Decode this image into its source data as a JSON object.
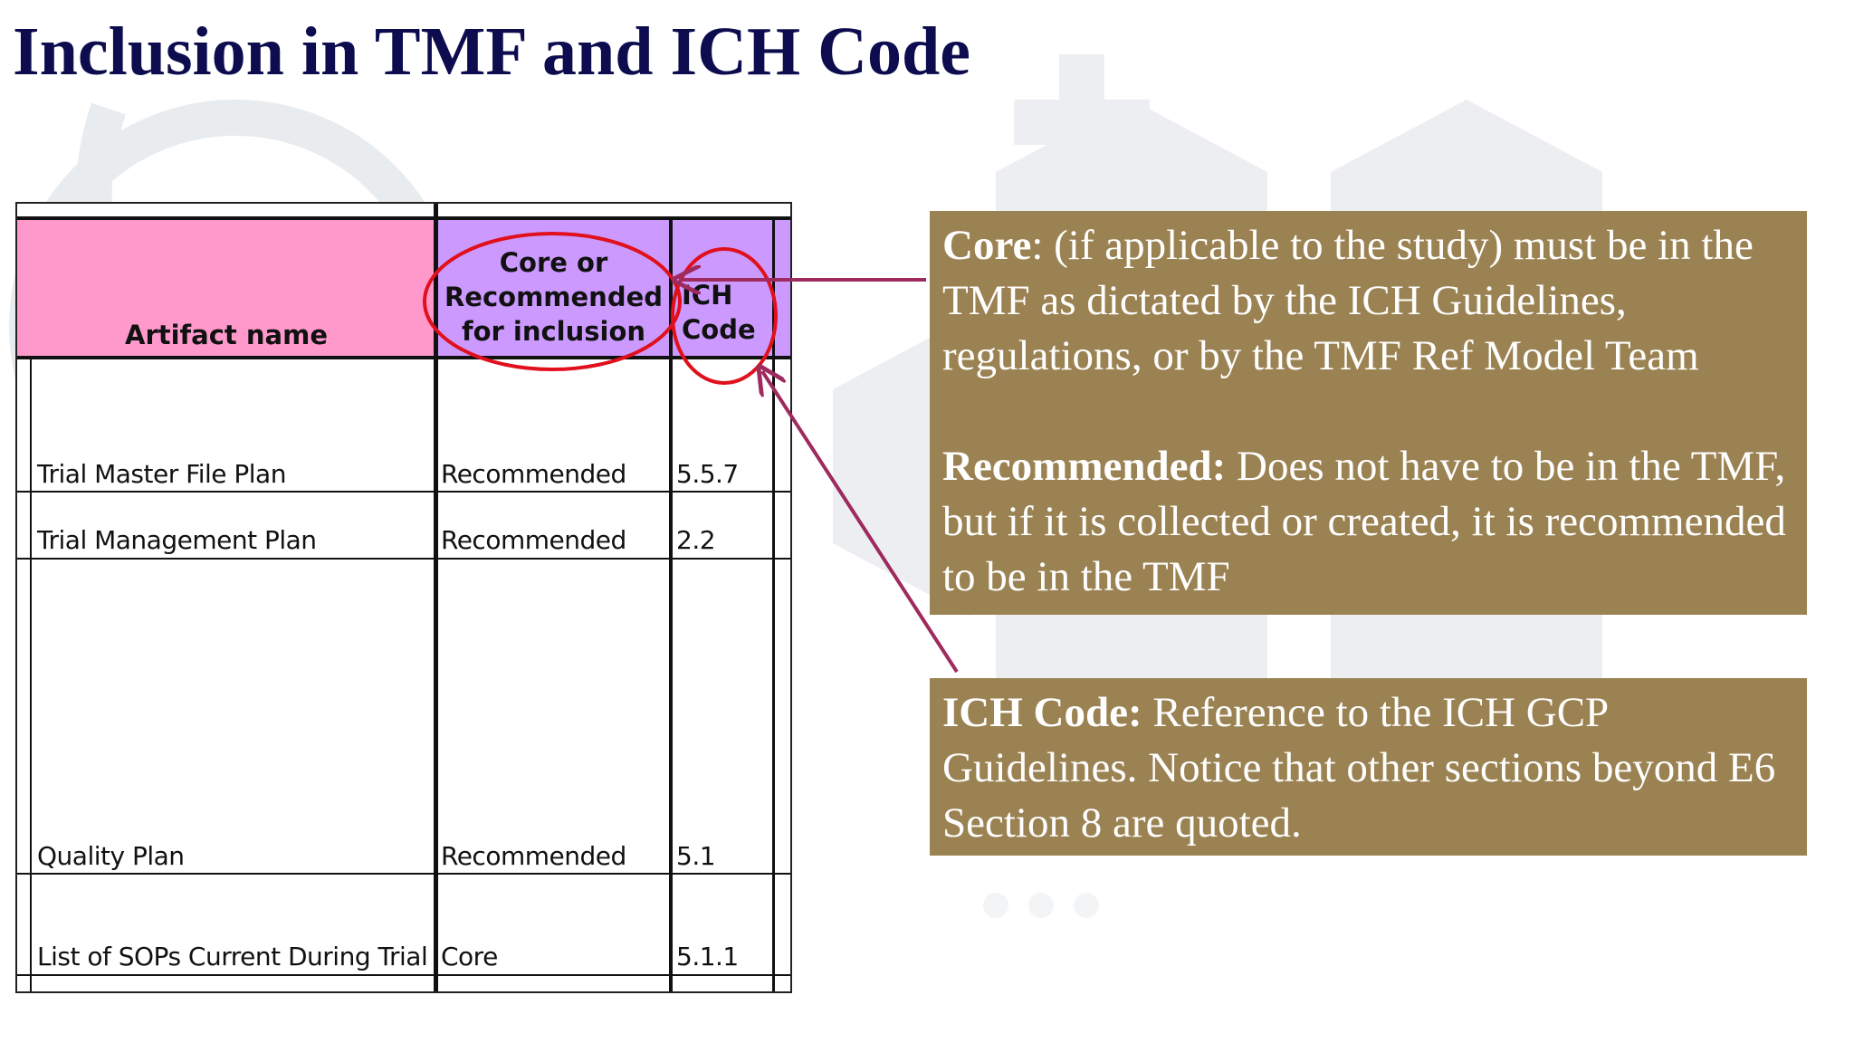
{
  "title": "Inclusion in TMF and ICH Code",
  "table": {
    "headers": {
      "artifact": "Artifact name",
      "core_line1": "Core or",
      "core_line2": "Recommended",
      "core_line3": "for inclusion",
      "ich_line1": "ICH",
      "ich_line2": "Code"
    },
    "rows": [
      {
        "artifact": "Trial Master File Plan",
        "inclusion": "Recommended",
        "code": "5.5.7"
      },
      {
        "artifact": "Trial Management Plan",
        "inclusion": "Recommended",
        "code": "2.2"
      },
      {
        "artifact": "Quality Plan",
        "inclusion": "Recommended",
        "code": "5.1"
      },
      {
        "artifact": "List of SOPs Current During Trial",
        "inclusion": "Core",
        "code": "5.1.1"
      }
    ]
  },
  "callouts": {
    "core_box": {
      "core_term": "Core",
      "core_text": ": (if applicable to the study) must be in the TMF as dictated by the ICH Guidelines, regulations, or by the TMF Ref Model Team",
      "recommended_term": "Recommended:",
      "recommended_text": " Does not have to be in the TMF, but if it is collected or created, it is recommended to be in the TMF"
    },
    "ich_box": {
      "ich_term": "ICH Code:",
      "ich_text": " Reference to the ICH GCP Guidelines.  Notice that other sections beyond E6 Section 8 are quoted."
    }
  },
  "colors": {
    "title": "#0c0c4e",
    "header_pink": "#ff99cc",
    "header_purple": "#cc99ff",
    "callout_bg": "#9b8252",
    "circle_red": "#e0101c",
    "arrow": "#9e2a5e"
  }
}
